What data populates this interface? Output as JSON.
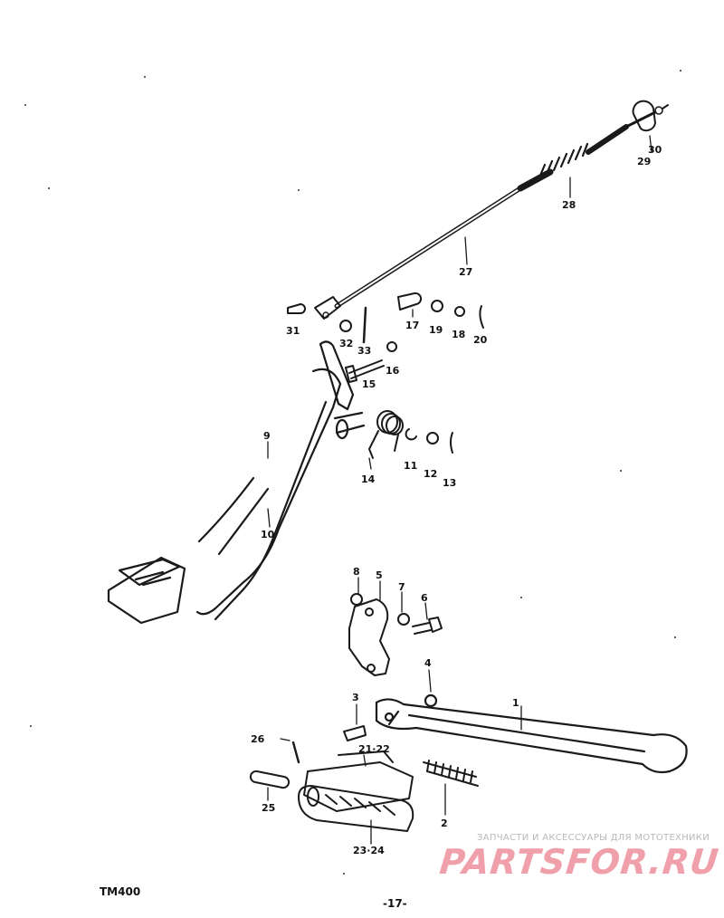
{
  "parts": [
    {
      "id": "1",
      "label": "1"
    },
    {
      "id": "2",
      "label": "2"
    },
    {
      "id": "3",
      "label": "3"
    },
    {
      "id": "4",
      "label": "4"
    },
    {
      "id": "5",
      "label": "5"
    },
    {
      "id": "6",
      "label": "6"
    },
    {
      "id": "7",
      "label": "7"
    },
    {
      "id": "8",
      "label": "8"
    },
    {
      "id": "9",
      "label": "9"
    },
    {
      "id": "10",
      "label": "10"
    },
    {
      "id": "11",
      "label": "11"
    },
    {
      "id": "12",
      "label": "12"
    },
    {
      "id": "13",
      "label": "13"
    },
    {
      "id": "14",
      "label": "14"
    },
    {
      "id": "15",
      "label": "15"
    },
    {
      "id": "16",
      "label": "16"
    },
    {
      "id": "17",
      "label": "17"
    },
    {
      "id": "18",
      "label": "18"
    },
    {
      "id": "19",
      "label": "19"
    },
    {
      "id": "20",
      "label": "20"
    },
    {
      "id": "21-22",
      "label": "21·22"
    },
    {
      "id": "23-24",
      "label": "23·24"
    },
    {
      "id": "25",
      "label": "25"
    },
    {
      "id": "26",
      "label": "26"
    },
    {
      "id": "27",
      "label": "27"
    },
    {
      "id": "28",
      "label": "28"
    },
    {
      "id": "29",
      "label": "29"
    },
    {
      "id": "30",
      "label": "30"
    },
    {
      "id": "31",
      "label": "31"
    },
    {
      "id": "32",
      "label": "32"
    },
    {
      "id": "33",
      "label": "33"
    }
  ],
  "footer": {
    "model": "TM400",
    "page": "-17-"
  },
  "watermark": {
    "tagline": "ЗАПЧАСТИ И АКСЕССУАРЫ ДЛЯ МОТОТЕХНИКИ",
    "brand": "PARTSFOR.RU",
    "brand_color": "#f0a0aa"
  }
}
